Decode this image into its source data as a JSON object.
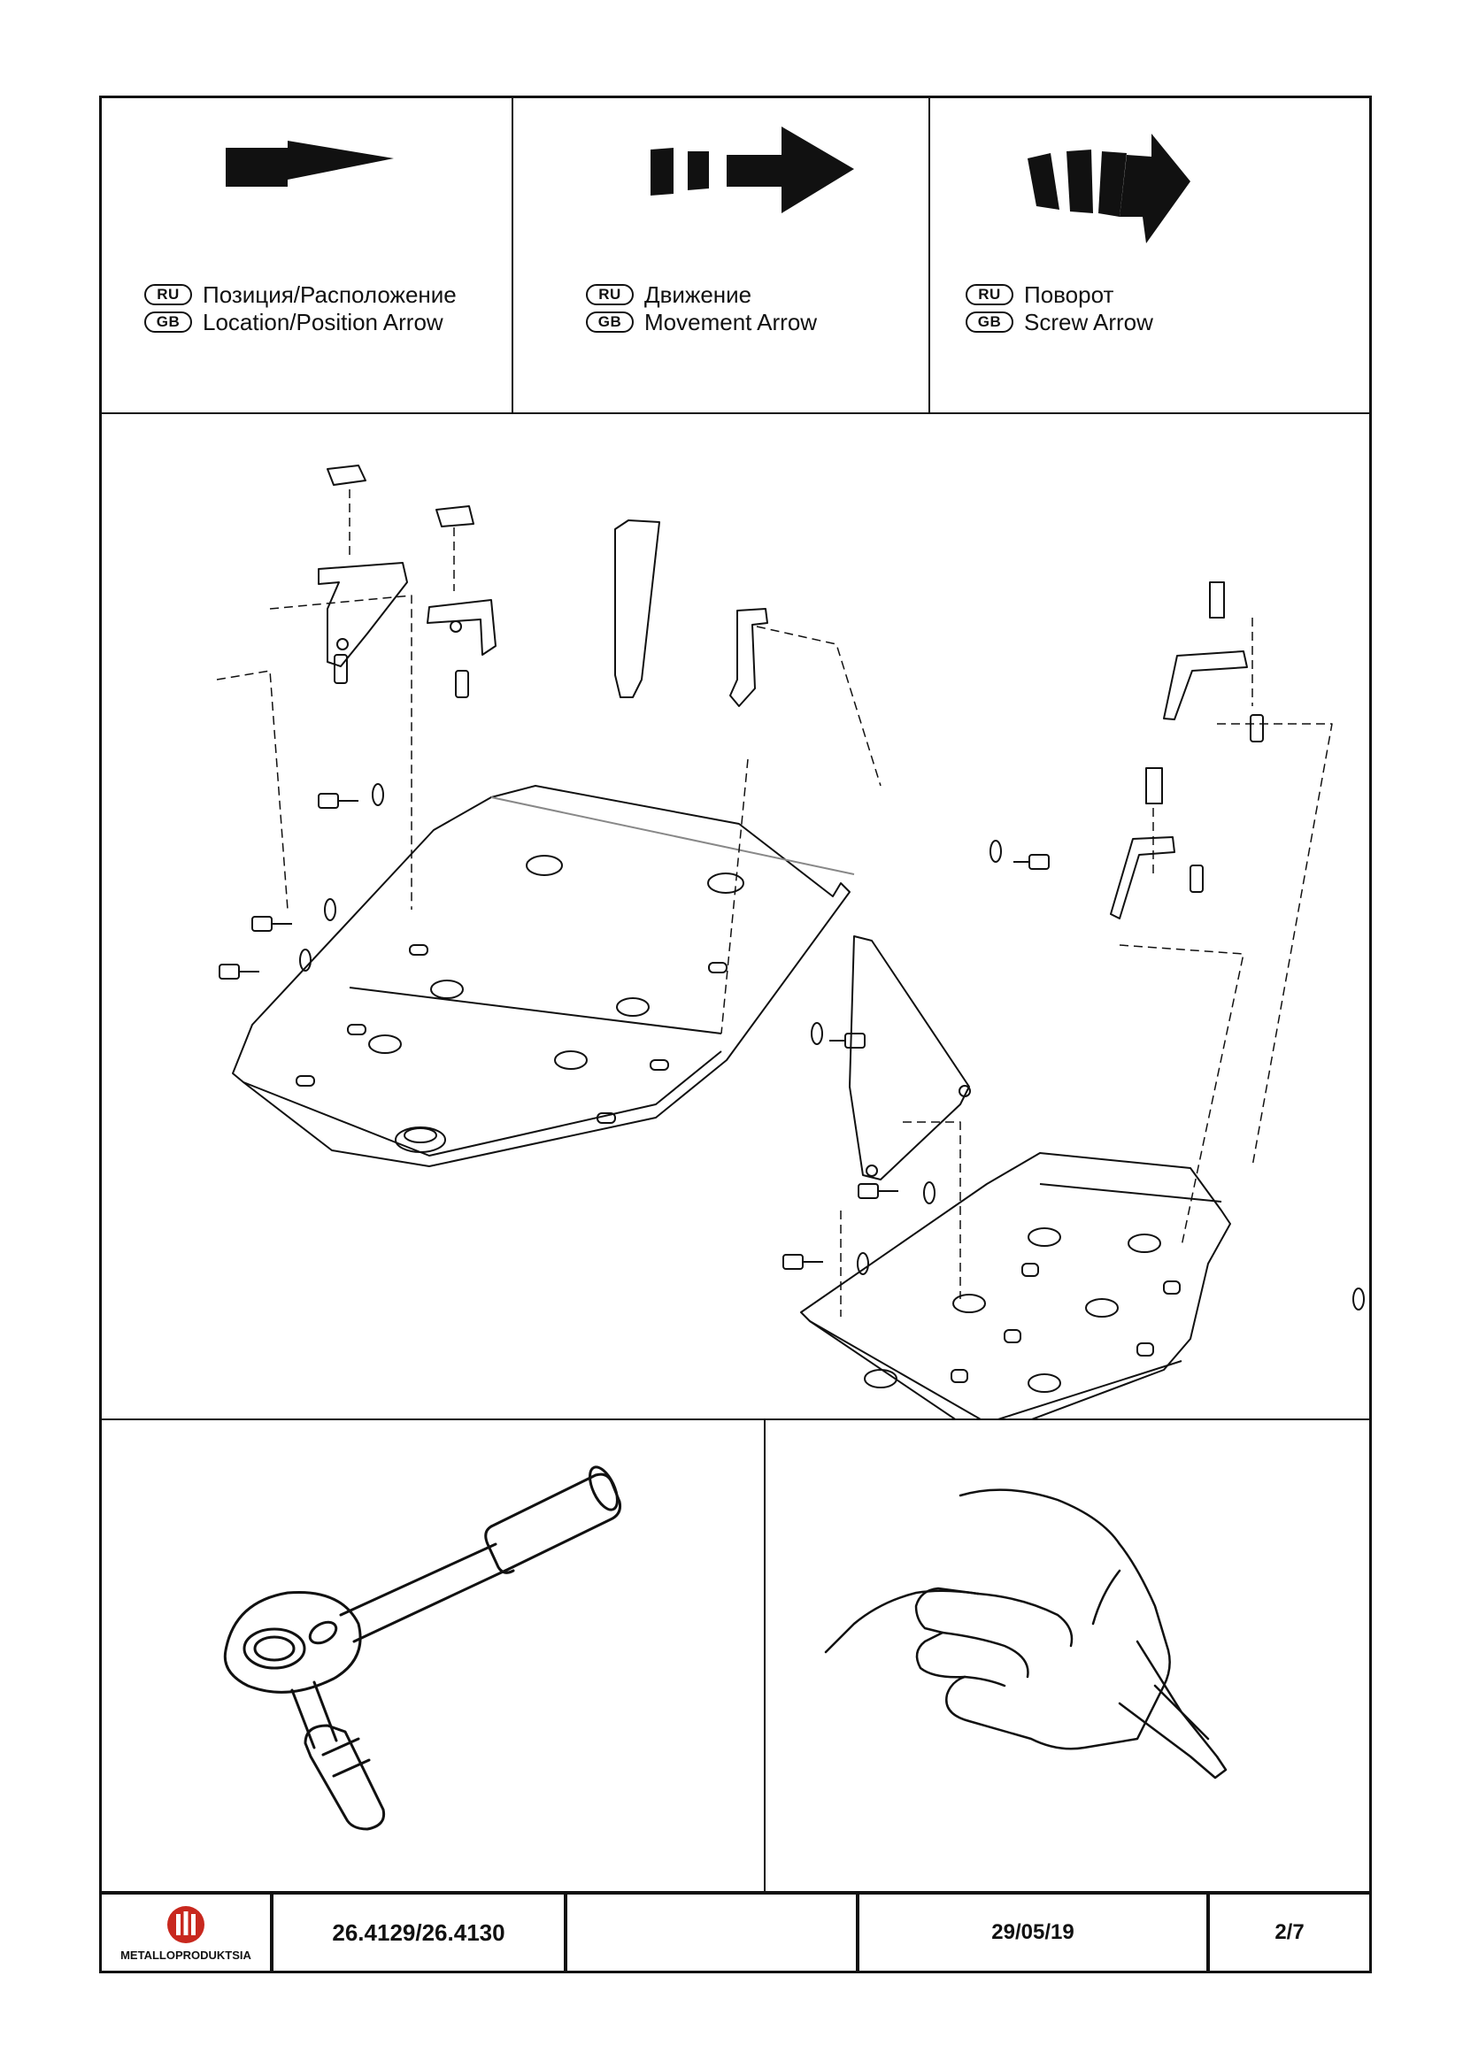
{
  "legend": [
    {
      "ru_code": "RU",
      "gb_code": "GB",
      "ru_text": "Позиция/Расположение",
      "gb_text": "Location/Position Arrow",
      "icon": "solid-arrow-icon"
    },
    {
      "ru_code": "RU",
      "gb_code": "GB",
      "ru_text": "Движение",
      "gb_text": "Movement Arrow",
      "icon": "dashed-arrow-icon"
    },
    {
      "ru_code": "RU",
      "gb_code": "GB",
      "ru_text": "Поворот",
      "gb_text": "Screw Arrow",
      "icon": "curved-arrow-icon"
    }
  ],
  "tools": [
    {
      "icon": "ratchet-wrench-icon"
    },
    {
      "icon": "hand-utility-knife-icon"
    }
  ],
  "footer": {
    "logo_text": "METALLOPRODUKTSIA",
    "part_numbers": "26.4129/26.4130",
    "blank": "",
    "date": "29/05/19",
    "page": "2/7"
  },
  "colors": {
    "line": "#111111",
    "logo_red": "#c8281e",
    "paper": "#ffffff"
  }
}
